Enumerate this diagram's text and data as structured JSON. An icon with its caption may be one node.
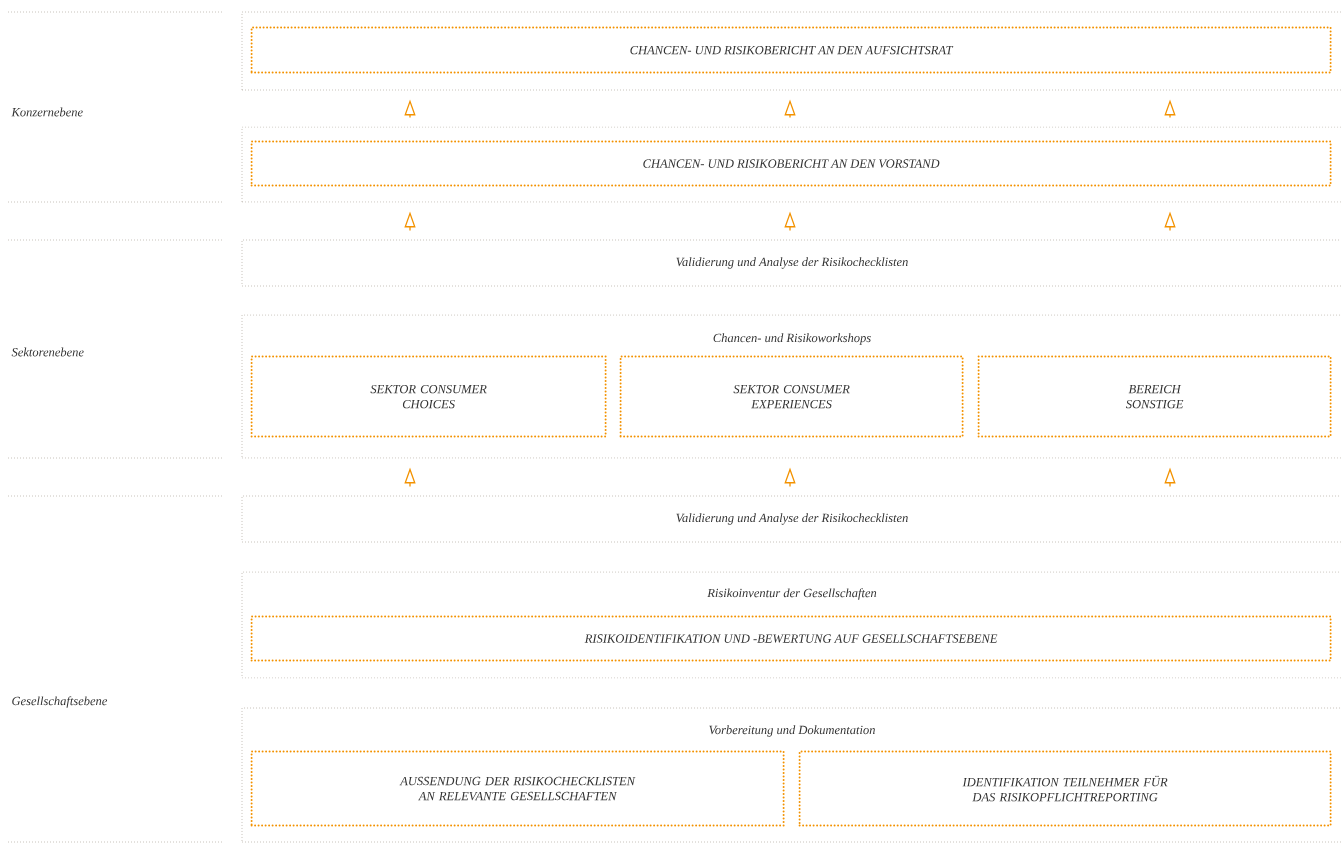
{
  "diagram": {
    "nodes": [
      {
        "text": [],
        "shape": "box"
      },
      {
        "text": [
          "CHANCEN- UND RISIKOBERICHT AN DEN AUFSICHTSRAT"
        ],
        "in": 0
      },
      {
        "text": [],
        "shape": "box"
      },
      {
        "text": [
          "CHANCEN- UND RISIKOBERICHT AN DEN VORSTAND"
        ],
        "in": 2
      },
      {
        "text": [
          "Validierung und Analyse der Risikochecklisten"
        ]
      },
      {
        "text": [
          "Chancen- und Risikoworkshops"
        ]
      },
      {
        "text": [
          "SEKTOR CONSUMER CHOICES"
        ],
        "in": 5
      },
      {
        "text": [
          "SEKTOR CONSUMER EXPERIENCES"
        ],
        "in": 5
      },
      {
        "text": [
          "BEREICH SONSTIGE"
        ],
        "in": 5
      },
      {
        "text": [
          "Validierung und Analyse der Risikochecklisten"
        ]
      },
      {
        "text": [
          "Risikoinventur der Gesellschaften"
        ]
      },
      {
        "text": [
          "RISIKOIDENTIFIKATION UND -BEWERTUNG AUF GESELLSCHAFTSEBENE"
        ],
        "in": 10
      },
      {
        "text": [
          "Vorbereitung und Dokumentation"
        ]
      },
      {
        "text": [
          "AUSSENDUNG DER RISIKOCHECKLISTEN AN RELEVANTE GESELLSCHAFTEN"
        ],
        "in": 12
      },
      {
        "text": [
          "IDENTIFIKATION TEILNEHMER FÜR DAS RISIKOPFLICHTREPORTING"
        ],
        "in": 12
      }
    ],
    "edges": [
      {
        "from": 2,
        "to": 0,
        "arrow": "to"
      },
      {
        "from": 2,
        "to": 0,
        "arrow": "to"
      },
      {
        "from": 2,
        "to": 0,
        "arrow": "to"
      },
      {
        "from": 4,
        "to": 2,
        "arrow": "to"
      },
      {
        "from": 4,
        "to": 2,
        "arrow": "to"
      },
      {
        "from": 4,
        "to": 2,
        "arrow": "to"
      },
      {
        "from": 9,
        "to": 5,
        "arrow": "to"
      },
      {
        "from": 9,
        "to": 5,
        "arrow": "to"
      },
      {
        "from": 9,
        "to": 5,
        "arrow": "to"
      }
    ],
    "labels": [
      "Konzernebene",
      "Sektorenebene",
      "Gesellschaftsebene"
    ]
  }
}
